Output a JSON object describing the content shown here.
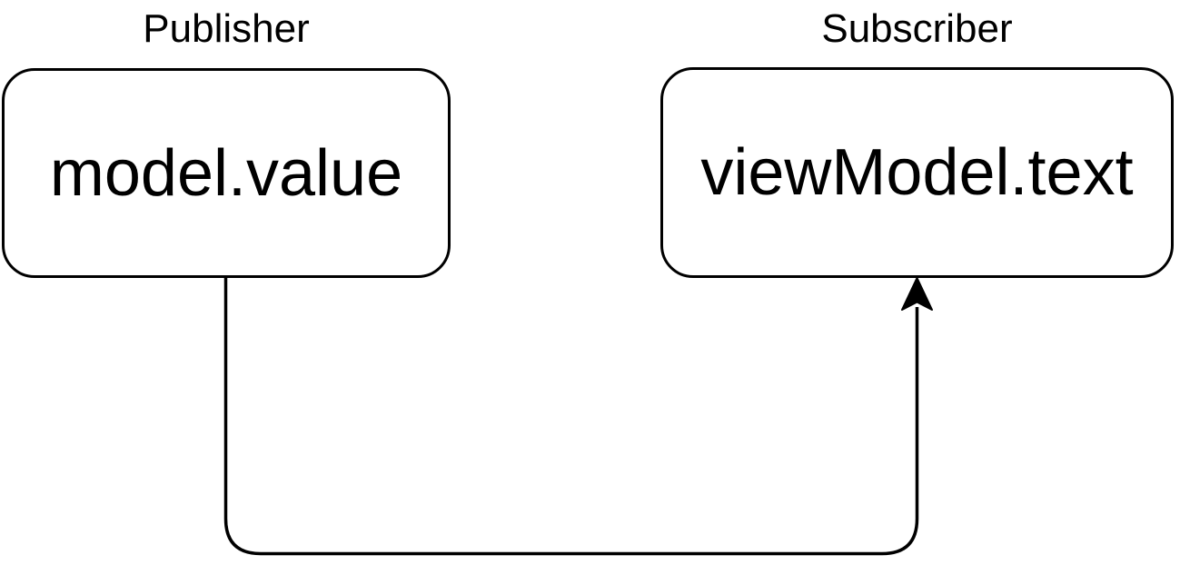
{
  "diagram": {
    "background_color": "#ffffff",
    "stroke_color": "#000000",
    "text_color": "#000000",
    "node_fill_color": "#ffffff",
    "publisher": {
      "role_label": "Publisher",
      "node_text": "model.value"
    },
    "subscriber": {
      "role_label": "Subscriber",
      "node_text": "viewModel.text"
    },
    "connector": {
      "from": "model.value",
      "to": "viewModel.text",
      "style": "orthogonal",
      "arrowhead": "filled-triangle"
    }
  }
}
